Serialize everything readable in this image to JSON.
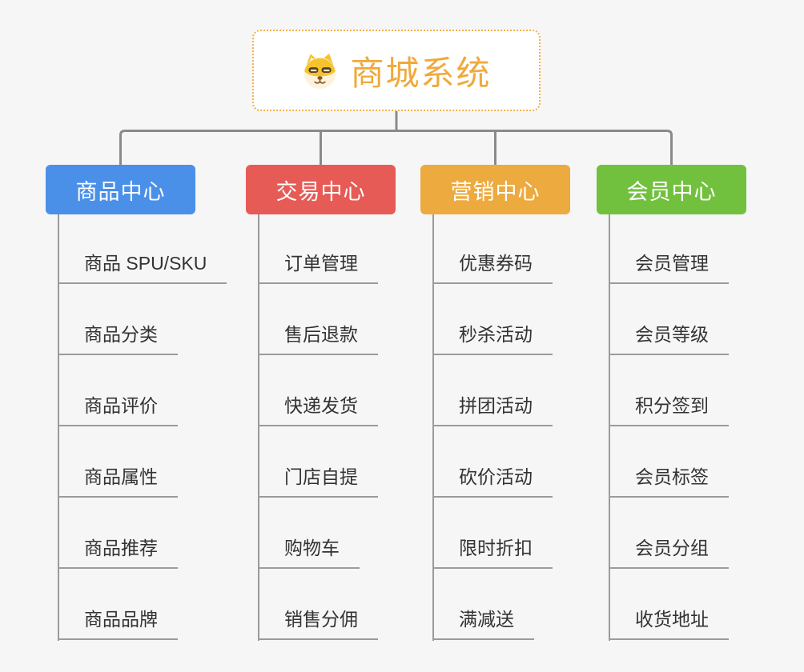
{
  "page": {
    "background": "#f6f6f6"
  },
  "root": {
    "title": "商城系统",
    "icon": "dog-face-icon",
    "text_color": "#f0a93c",
    "border_color": "#f3b04a",
    "background": "#ffffff"
  },
  "connector_color": "#8a8a8a",
  "underline_color": "#9b9b9b",
  "item_text_color": "#333333",
  "branches": [
    {
      "label": "商品中心",
      "color": "#4a90e8",
      "items": [
        "商品 SPU/SKU",
        "商品分类",
        "商品评价",
        "商品属性",
        "商品推荐",
        "商品品牌"
      ]
    },
    {
      "label": "交易中心",
      "color": "#e65b56",
      "items": [
        "订单管理",
        "售后退款",
        "快递发货",
        "门店自提",
        "购物车",
        "销售分佣"
      ]
    },
    {
      "label": "营销中心",
      "color": "#edaa3f",
      "items": [
        "优惠券码",
        "秒杀活动",
        "拼团活动",
        "砍价活动",
        "限时折扣",
        "满减送"
      ]
    },
    {
      "label": "会员中心",
      "color": "#72c13e",
      "items": [
        "会员管理",
        "会员等级",
        "积分签到",
        "会员标签",
        "会员分组",
        "收货地址"
      ]
    }
  ]
}
